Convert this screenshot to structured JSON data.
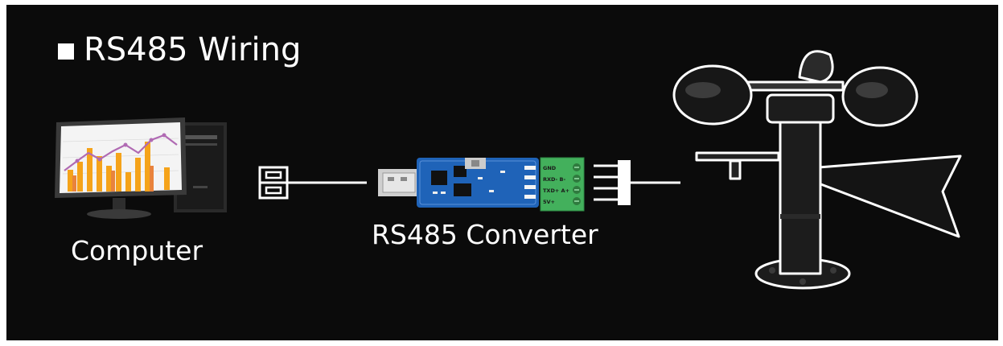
{
  "title": "RS485 Wiring",
  "labels": {
    "computer": "Computer",
    "converter": "RS485 Converter"
  },
  "pins": [
    "GND",
    "RXD- B-",
    "TXD+ A+",
    "5V+"
  ],
  "colors": {
    "background": "#0b0b0b",
    "text": "#ffffff",
    "line": "#ffffff",
    "pcb": "#1f63b8",
    "terminal_block": "#43b05c",
    "chart_orange": "#f5a31a",
    "chart_line": "#b06ab3",
    "sensor_body": "#1c1c1c"
  },
  "icons": [
    "computer-monitor-icon",
    "computer-tower-icon",
    "usb-port-icon",
    "usb-plug-icon",
    "pin-header-icon",
    "anemometer-icon"
  ]
}
